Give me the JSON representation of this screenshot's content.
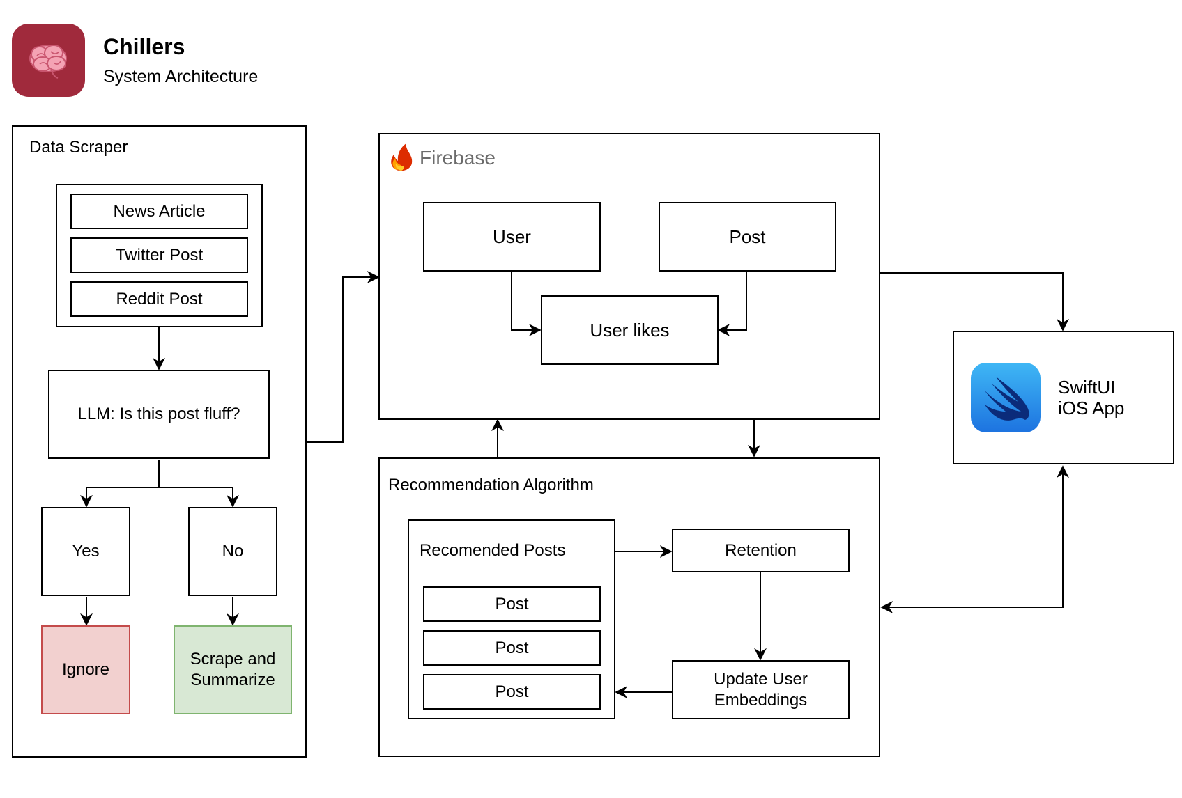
{
  "header": {
    "app_name": "Chillers",
    "subtitle": "System Architecture",
    "logo_icon": "brain-icon",
    "logo_color": "#a02a3c"
  },
  "scraper": {
    "title": "Data Scraper",
    "sources": [
      "News Article",
      "Twitter Post",
      "Reddit Post"
    ],
    "question": "LLM: Is this post fluff?",
    "yes_label": "Yes",
    "no_label": "No",
    "ignore_label": "Ignore",
    "scrape_label_line1": "Scrape and",
    "scrape_label_line2": "Summarize",
    "ignore_color": "#f2d0cf",
    "scrape_color": "#d8e8d4"
  },
  "firebase": {
    "title": "Firebase",
    "icon": "firebase-flame-icon",
    "user_label": "User",
    "post_label": "Post",
    "user_likes_label": "User likes"
  },
  "ios": {
    "icon": "swift-icon",
    "line1": "SwiftUI",
    "line2": "iOS App"
  },
  "recommendation": {
    "title": "Recommendation Algorithm",
    "recommended_title": "Recomended Posts",
    "posts": [
      "Post",
      "Post",
      "Post"
    ],
    "retention_label": "Retention",
    "update_line1": "Update User",
    "update_line2": "Embeddings"
  }
}
